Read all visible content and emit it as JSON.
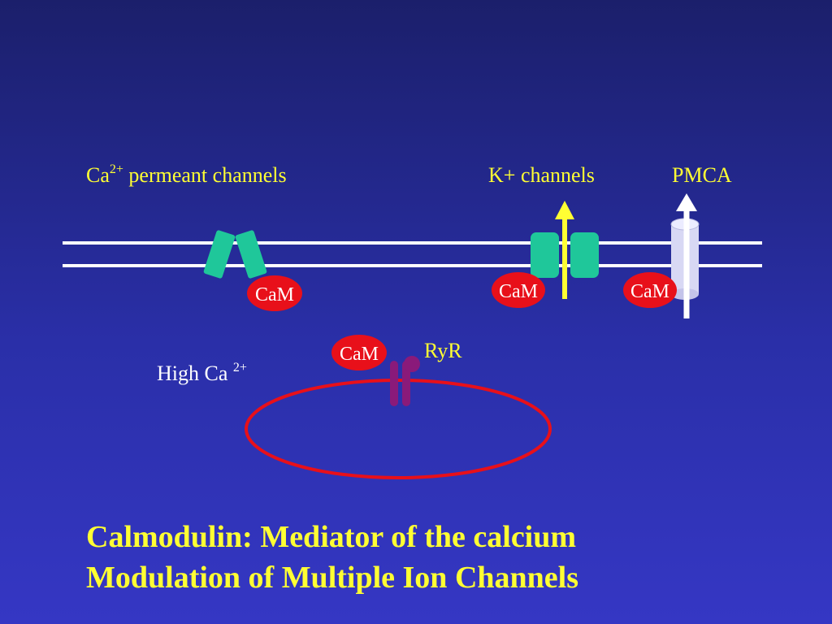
{
  "labels": {
    "ca_channels_prefix": "Ca",
    "ca_channels_sup": "2+",
    "ca_channels_suffix": " permeant channels",
    "k_channels": "K+ channels",
    "pmca": "PMCA",
    "ryr": "RyR",
    "high_ca_prefix": "High Ca ",
    "high_ca_sup": "2+"
  },
  "cam_labels": [
    "CaM",
    "CaM",
    "CaM",
    "CaM"
  ],
  "title": {
    "line1": "Calmodulin: Mediator of the calcium",
    "line2": "Modulation of Multiple Ion Channels"
  },
  "colors": {
    "text_yellow": "#ffff33",
    "cam_red": "#e8101a",
    "channel_green": "#1fc79a",
    "ryr_purple": "#8a1a7a",
    "pmca_lavender": "#d8d8f4",
    "membrane_white": "#ffffff"
  }
}
